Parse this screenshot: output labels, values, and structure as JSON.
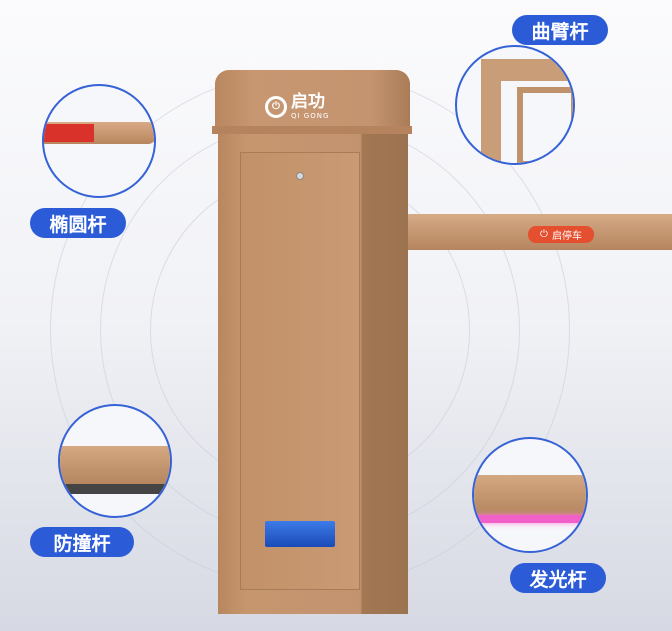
{
  "brand": {
    "name_cn": "启功",
    "name_en": "QI GONG",
    "icon": "power-icon"
  },
  "arm_tag": "启停车",
  "features": [
    {
      "label": "椭圆杆"
    },
    {
      "label": "防撞杆"
    },
    {
      "label": "曲臂杆"
    },
    {
      "label": "发光杆"
    }
  ],
  "colors": {
    "cabinet": "#c39370",
    "label_blue": "#2c5bd8",
    "tag_red": "#e4502f"
  }
}
